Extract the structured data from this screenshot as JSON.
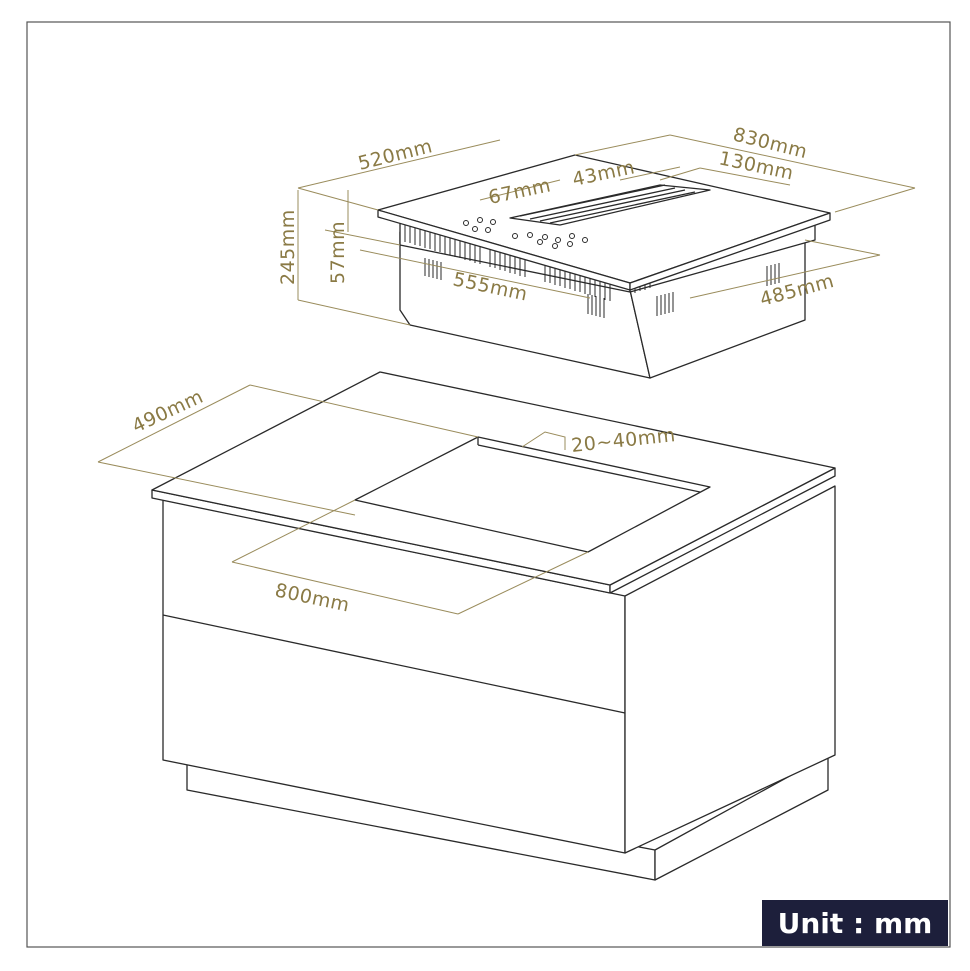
{
  "dimensions": {
    "hob_depth": "520mm",
    "hob_width": "830mm",
    "vent_offset": "67mm",
    "vent_depth": "43mm",
    "vent_width": "130mm",
    "total_height": "245mm",
    "top_height": "57mm",
    "cutout_width": "555mm",
    "cutout_depth": "485mm",
    "counter_depth": "490mm",
    "counter_thickness": "20~40mm",
    "counter_width": "800mm"
  },
  "unit_badge": "Unit : mm",
  "colors": {
    "line": "#2a2a2a",
    "dimension": "#8a7a45",
    "badge": "#1d1f3b"
  }
}
